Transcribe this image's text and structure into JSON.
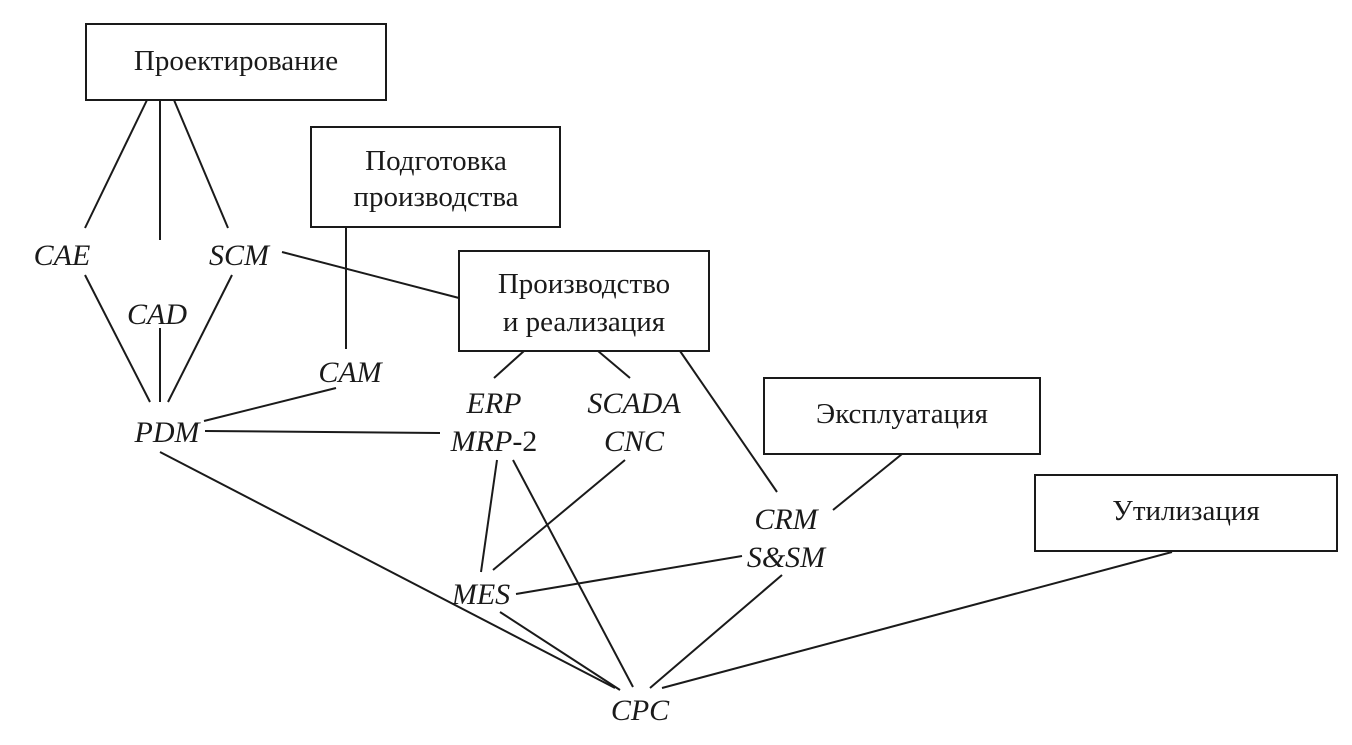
{
  "stages": {
    "design": "Проектирование",
    "prep_line1": "Подготовка",
    "prep_line2": "производства",
    "production_line1": "Производство",
    "production_line2": "и реализация",
    "operation": "Эксплуатация",
    "disposal": "Утилизация"
  },
  "systems": {
    "cae": "CAE",
    "cad": "CAD",
    "scm": "SCM",
    "cam": "CAM",
    "pdm": "PDM",
    "erp": "ERP",
    "mrp": "MRP",
    "mrp_suffix": "-2",
    "scada": "SCADA",
    "cnc": "CNC",
    "crm": "CRM",
    "ssm": "S&SM",
    "mes": "MES",
    "cpc": "CPC"
  }
}
